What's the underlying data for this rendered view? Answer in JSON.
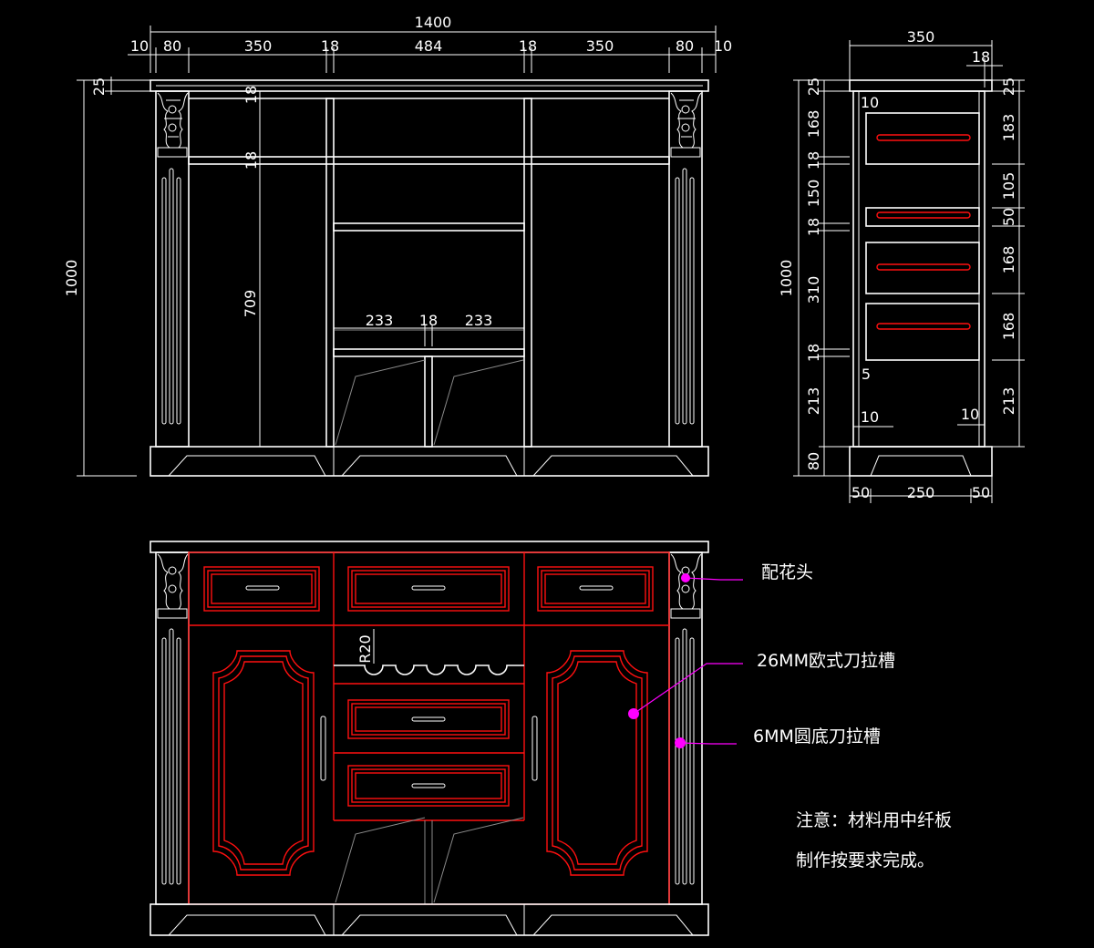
{
  "front_view": {
    "width_dims": [
      "1400",
      "10",
      "80",
      "350",
      "18",
      "484",
      "18",
      "350",
      "80",
      "10"
    ],
    "height_dims": [
      "1000",
      "25",
      "18",
      "18",
      "709"
    ],
    "inner_dims": [
      "233",
      "18",
      "233"
    ]
  },
  "side_view": {
    "top_dims": [
      "350",
      "18"
    ],
    "left_dims": [
      "1000",
      "25",
      "168",
      "18",
      "150",
      "18",
      "310",
      "18",
      "213",
      "80"
    ],
    "right_dims": [
      "25",
      "183",
      "105",
      "50",
      "168",
      "168",
      "213"
    ],
    "inner_dims": [
      "10",
      "5",
      "10",
      "10"
    ],
    "bottom_dims": [
      "50",
      "250",
      "50"
    ]
  },
  "elevation": {
    "radius_label": "R20",
    "callouts": [
      "配花头",
      "26MM欧式刀拉槽",
      "6MM圆底刀拉槽"
    ],
    "note_lines": [
      "注意：材料用中纤板",
      "制作按要求完成。"
    ]
  },
  "colors": {
    "line": "#ffffff",
    "drawer_red": "#ff1010",
    "callout": "#ff00ff",
    "background": "#000000"
  }
}
